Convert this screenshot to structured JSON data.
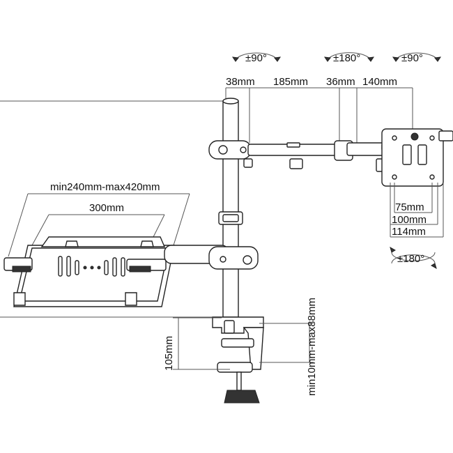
{
  "rotation_labels": {
    "arm_base": "±90°",
    "arm_joint": "±180°",
    "head_tilt": "±90°",
    "head_rotate": "±180°"
  },
  "arm_dimensions": {
    "pole_offset": "38mm",
    "arm_segment": "185mm",
    "joint": "36mm",
    "head_segment": "140mm"
  },
  "vesa": {
    "size_75": "75mm",
    "size_100": "100mm",
    "size_114": "114mm"
  },
  "laptop_tray": {
    "width_range": "min240mm-max420mm",
    "base_width": "300mm"
  },
  "clamp": {
    "height": "105mm",
    "desk_thickness": "min10mm-max88mm"
  }
}
